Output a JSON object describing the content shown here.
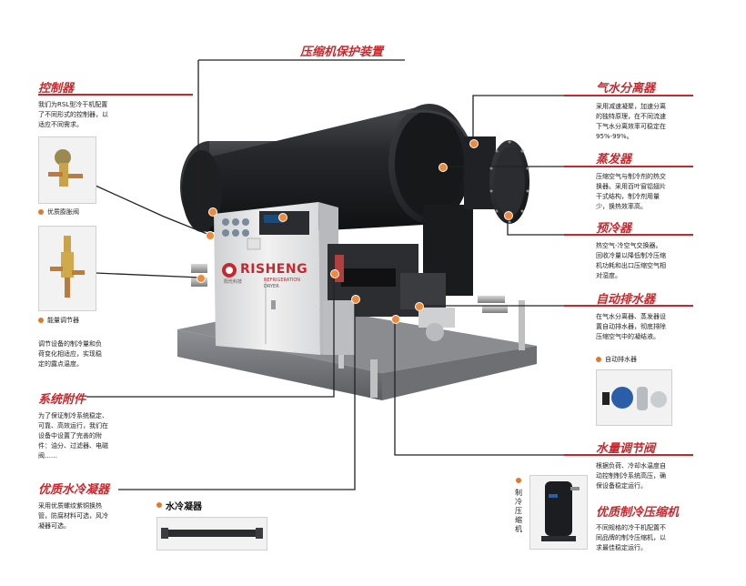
{
  "colors": {
    "accent": "#c8282d",
    "dot": "#f08a3a",
    "machine_panel": "#e8e8e8",
    "vessel": "#1b1c1e"
  },
  "machine": {
    "brand": "RISHENG",
    "brand_sub": "REFRIGERATION",
    "model": "DRYER",
    "cn_label": "阳光科技"
  },
  "sections": {
    "compressor_protection": {
      "title": "压缩机保护装置"
    },
    "controller": {
      "title": "控制器",
      "desc": [
        "我们为RSL型冷干机配置",
        "了不同形式的控制器，以",
        "适应不同需求。"
      ],
      "sub1": "优质膨胀阀",
      "sub2": "能量调节器",
      "desc2": [
        "调节设备的制冷量和负",
        "荷变化相适应，实现稳",
        "定的露点温度。"
      ]
    },
    "system_accessories": {
      "title": "系统附件",
      "desc": [
        "为了保证制冷系统稳定、",
        "可靠、高效运行，我们在",
        "设备中设置了完善的附",
        "件：油分、过滤器、电磁",
        "阀……"
      ]
    },
    "condenser": {
      "title": "优质水冷凝器",
      "desc": [
        "采用优质螺纹紫铜换热",
        "管，防腐材料可选，风冷",
        "凝器可选。"
      ],
      "sub": "水冷凝器"
    },
    "separator": {
      "title": "气水分离器",
      "desc": [
        "采用减速凝聚，加速分离",
        "的独特原理，在不同流速",
        "下气水分离效率可稳定在",
        "95%-99%。"
      ]
    },
    "evaporator": {
      "title": "蒸发器",
      "desc": [
        "压缩空气与制冷剂的热交",
        "换器。采用百叶窗铝翅片",
        "干式结构，制冷剂用量",
        "少，换热效率高。"
      ]
    },
    "precooler": {
      "title": "预冷器",
      "desc": [
        "热空气-冷空气交换器。",
        "回收冷量以降低制冷压缩",
        "机功耗和出口压缩空气相",
        "对湿度。"
      ]
    },
    "auto_drain": {
      "title": "自动排水器",
      "desc": [
        "在气水分离器、蒸发器设",
        "置自动排水器，彻底排除",
        "压缩空气中的凝结液。"
      ],
      "sub": "自动排水器"
    },
    "water_valve": {
      "title": "水量调节阀",
      "desc": [
        "根据负荷、冷却水温度自",
        "动控制制冷系统高压，确",
        "保设备稳定运行。"
      ]
    },
    "compressor": {
      "title": "优质制冷压缩机",
      "desc": [
        "不同规格的冷干机配置不",
        "同品牌的制冷压缩机，以",
        "求最佳稳定运行。"
      ],
      "vertical_label": "制冷压缩机"
    }
  }
}
